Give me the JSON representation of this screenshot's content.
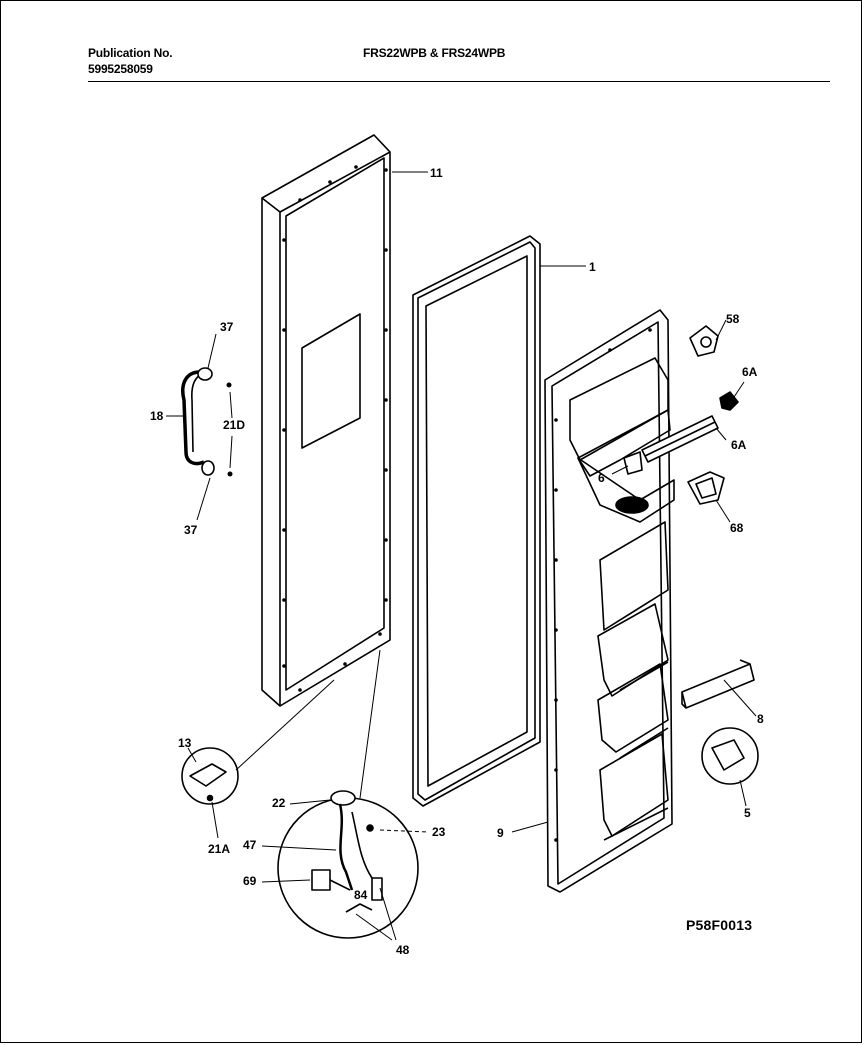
{
  "header": {
    "publication_label": "Publication No.",
    "publication_number": "5995258059",
    "models": "FRS22WPB & FRS24WPB"
  },
  "diagram_code": "P58F0013",
  "part_labels": {
    "p11": "11",
    "p1": "1",
    "p58": "58",
    "p6A_top": "6A",
    "p6A_mid": "6A",
    "p6": "6",
    "p68": "68",
    "p37_top": "37",
    "p18": "18",
    "p21D": "21D",
    "p37_bot": "37",
    "p8": "8",
    "p5": "5",
    "p13": "13",
    "p21A": "21A",
    "p22": "22",
    "p23": "23",
    "p47": "47",
    "p69": "69",
    "p84": "84",
    "p48": "48",
    "p9": "9"
  }
}
